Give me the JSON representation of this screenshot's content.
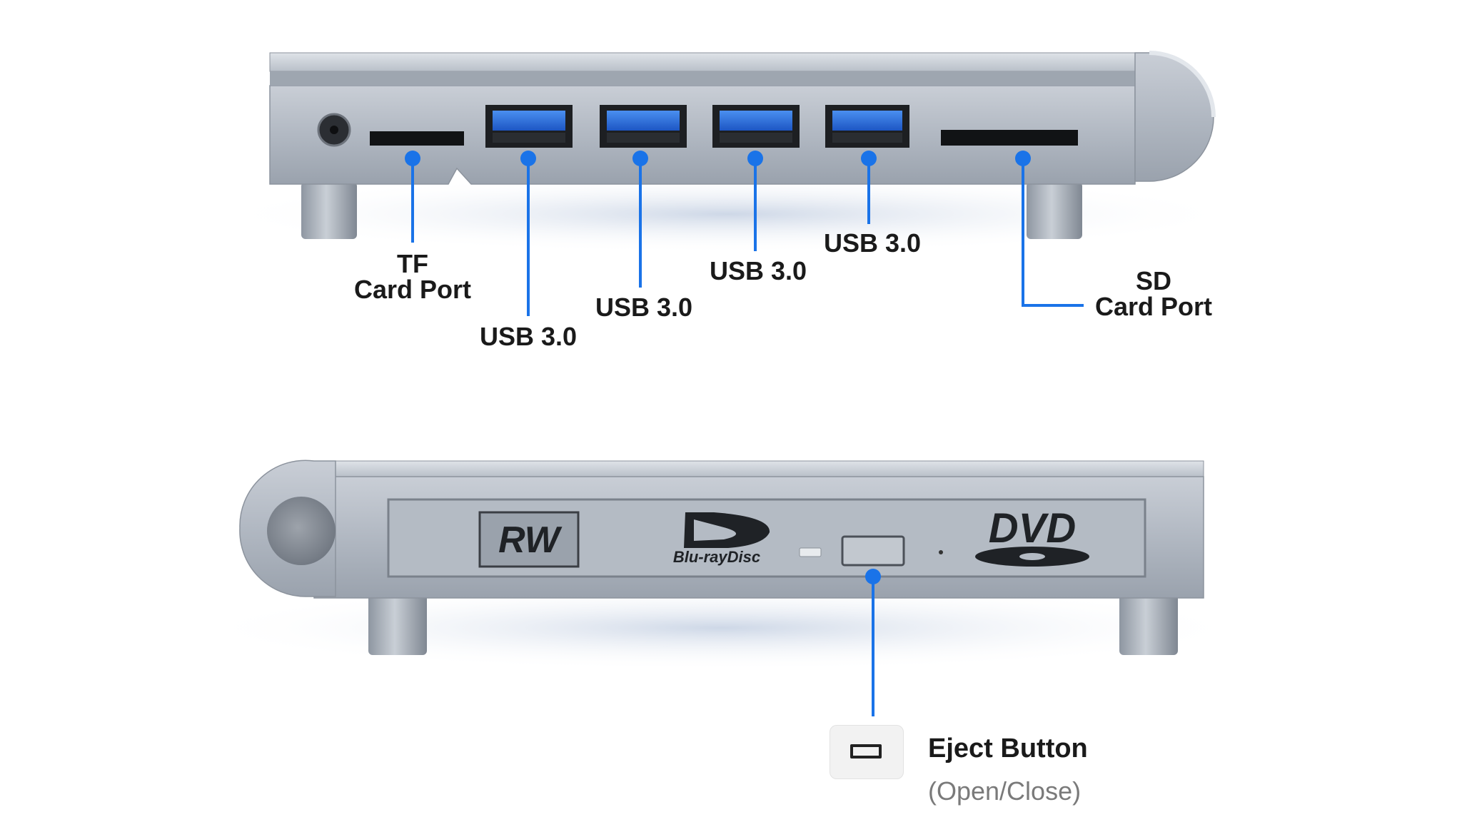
{
  "colors": {
    "accent": "#1a73e8",
    "usb_blue": "#2f6fd6",
    "aluminum": "#aab2bd",
    "label_text": "#1a1a1a",
    "sub_text": "#7a7a7a"
  },
  "top_view": {
    "labels": {
      "tf": [
        "TF",
        "Card Port"
      ],
      "usb1": "USB 3.0",
      "usb2": "USB 3.0",
      "usb3": "USB 3.0",
      "usb4": "USB 3.0",
      "sd": [
        "SD",
        "Card Port"
      ]
    }
  },
  "bottom_view": {
    "logos": {
      "rw": "RW",
      "bluray": "Blu-rayDisc",
      "dvd": "DVD"
    },
    "eject": {
      "title": "Eject Button",
      "subtitle": "(Open/Close)",
      "icon": "eject-button-icon"
    }
  }
}
